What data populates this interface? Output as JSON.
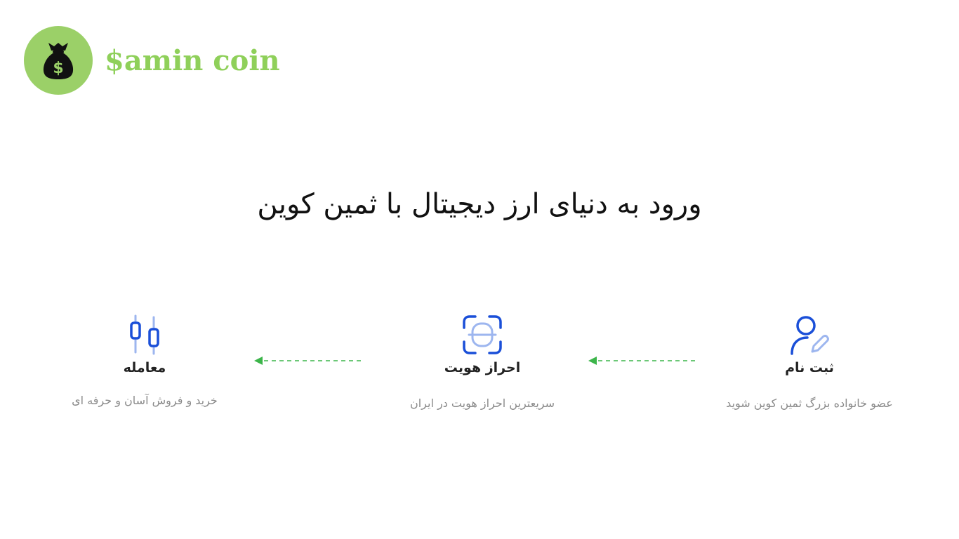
{
  "brand": {
    "name": "$amin coin",
    "logo_icon": "money-bag-icon",
    "color": "#8fd05a"
  },
  "hero": {
    "title": "ورود به دنیای ارز دیجیتال با ثمین کوین"
  },
  "steps": [
    {
      "icon": "user-edit-icon",
      "title": "ثبت نام",
      "description": "عضو خانواده بزرگ ثمین کوین شوید"
    },
    {
      "icon": "scan-identity-icon",
      "title": "احراز هویت",
      "description": "سریعترین احراز هویت در ایران"
    },
    {
      "icon": "candlestick-chart-icon",
      "title": "معامله",
      "description": "خرید و فروش آسان و حرفه ای"
    }
  ],
  "colors": {
    "accent_blue": "#1a4fd8",
    "light_blue": "#9db6ef",
    "arrow_green": "#3cb54a"
  }
}
